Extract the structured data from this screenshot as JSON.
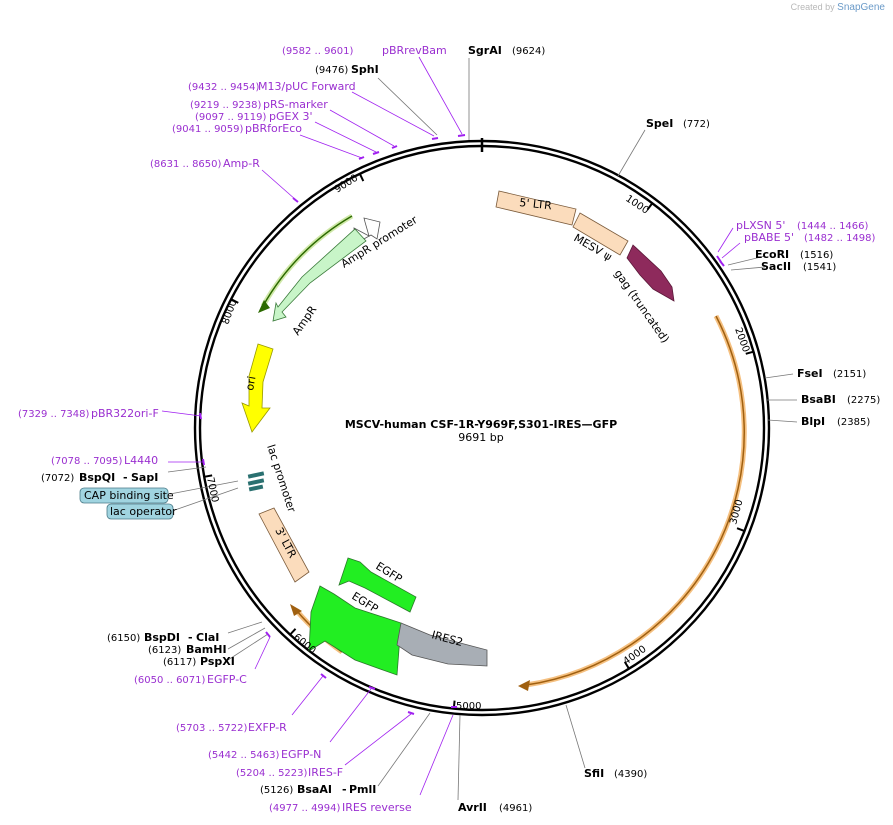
{
  "brand": {
    "created_by": "Created by",
    "name": "SnapGene"
  },
  "plasmid": {
    "name": "MSCV-human CSF-1R-Y969F,S301-IRES—GFP",
    "size_label": "9691 bp",
    "length": 9691
  },
  "ticks": [
    "1000",
    "2000",
    "3000",
    "4000",
    "5000",
    "6000",
    "7000",
    "8000",
    "9000"
  ],
  "enzymes": [
    {
      "name": "SgrAI",
      "pos": "(9624)"
    },
    {
      "name": "SphI",
      "pos": "(9476)"
    },
    {
      "name": "SpeI",
      "pos": "(772)"
    },
    {
      "name": "EcoRI",
      "pos": "(1516)"
    },
    {
      "name": "SacII",
      "pos": "(1541)"
    },
    {
      "name": "FseI",
      "pos": "(2151)"
    },
    {
      "name": "BsaBI",
      "pos": "(2275)"
    },
    {
      "name": "BlpI",
      "pos": "(2385)"
    },
    {
      "name": "SfiI",
      "pos": "(4390)"
    },
    {
      "name": "AvrII",
      "pos": "(4961)"
    },
    {
      "name": "BsaAI",
      "name2": "PmlI",
      "pos": "(5126)"
    },
    {
      "name": "BspDI",
      "name2": "ClaI",
      "pos": "(6150)"
    },
    {
      "name": "BamHI",
      "pos": "(6123)"
    },
    {
      "name": "PspXI",
      "pos": "(6117)"
    },
    {
      "name": "BspQI",
      "name2": "SapI",
      "pos": "(7072)"
    }
  ],
  "primers": [
    {
      "name": "pBRrevBam",
      "range": "(9582 .. 9601)"
    },
    {
      "name": "M13/pUC Forward",
      "range": "(9432 .. 9454)"
    },
    {
      "name": "pRS-marker",
      "range": "(9219 .. 9238)"
    },
    {
      "name": "pGEX 3'",
      "range": "(9097 .. 9119)"
    },
    {
      "name": "pBRforEco",
      "range": "(9041 .. 9059)"
    },
    {
      "name": "Amp-R",
      "range": "(8631 .. 8650)"
    },
    {
      "name": "pLXSN 5'",
      "range": "(1444 .. 1466)"
    },
    {
      "name": "pBABE 5'",
      "range": "(1482 .. 1498)"
    },
    {
      "name": "pBR322ori-F",
      "range": "(7329 .. 7348)"
    },
    {
      "name": "L4440",
      "range": "(7078 .. 7095)"
    },
    {
      "name": "EGFP-C",
      "range": "(6050 .. 6071)"
    },
    {
      "name": "EXFP-R",
      "range": "(5703 .. 5722)"
    },
    {
      "name": "EGFP-N",
      "range": "(5442 .. 5463)"
    },
    {
      "name": "IRES-F",
      "range": "(5204 .. 5223)"
    },
    {
      "name": "IRES reverse",
      "range": "(4977 .. 4994)"
    }
  ],
  "features": {
    "ltr5": "5' LTR",
    "mesv": "MESV ψ",
    "gag": "gag (truncated)",
    "ampr_promoter": "AmpR promoter",
    "ampr": "AmpR",
    "ori": "ori",
    "lac_promoter": "lac promoter",
    "ltr3": "3' LTR",
    "egfp_inner": "EGFP",
    "egfp_outer": "EGFP",
    "ires2": "IRES2"
  },
  "boxes": {
    "cap": "CAP binding site",
    "lac_operator": "lac operator"
  },
  "colors": {
    "ltr": "#fbdcbc",
    "gag": "#8e2a5c",
    "ampr": "#c8f5c8",
    "ampr_arc": "#2c8a00",
    "ori": "#ffff00",
    "egfp": "#22ee22",
    "ires": "#a8aeb5",
    "orf_arc": "#f5b060",
    "primer": "#a020f0",
    "box": "#a0d4e0"
  }
}
